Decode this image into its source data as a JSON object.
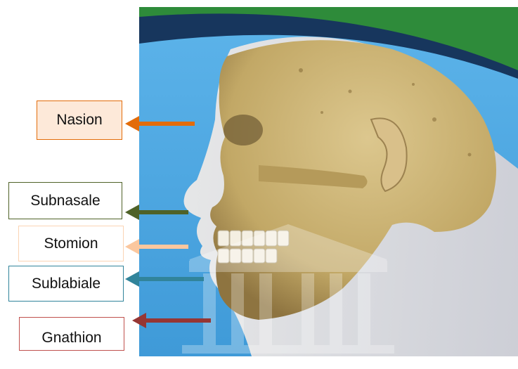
{
  "labels": {
    "nasion": "Nasion",
    "subnasale": "Subnasale",
    "stomion": "Stomion",
    "sublabiale": "Sublabiale",
    "gnathion": "Gnathion"
  },
  "colors": {
    "nasion": "#e36c0a",
    "subnasale": "#4f6228",
    "stomion": "#fbc79e",
    "sublabiale": "#31849b",
    "gnathion": "#963634",
    "sky": "#4fa8e0",
    "green_band": "#2e8b3a",
    "navy_band": "#17365d",
    "skull": "#cdb679"
  },
  "icons": {
    "illustration": "skull-profile-illustration",
    "watermark": "university-building-watermark"
  }
}
